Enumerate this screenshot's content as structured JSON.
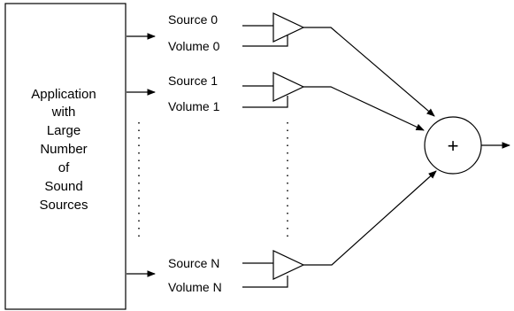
{
  "application_box": {
    "lines": [
      "Application",
      "with",
      "Large",
      "Number",
      "of",
      "Sound",
      "Sources"
    ]
  },
  "channels": [
    {
      "source_label": "Source 0",
      "volume_label": "Volume 0"
    },
    {
      "source_label": "Source 1",
      "volume_label": "Volume 1"
    },
    {
      "source_label": "Source N",
      "volume_label": "Volume N"
    }
  ],
  "mixer": {
    "symbol": "+"
  }
}
